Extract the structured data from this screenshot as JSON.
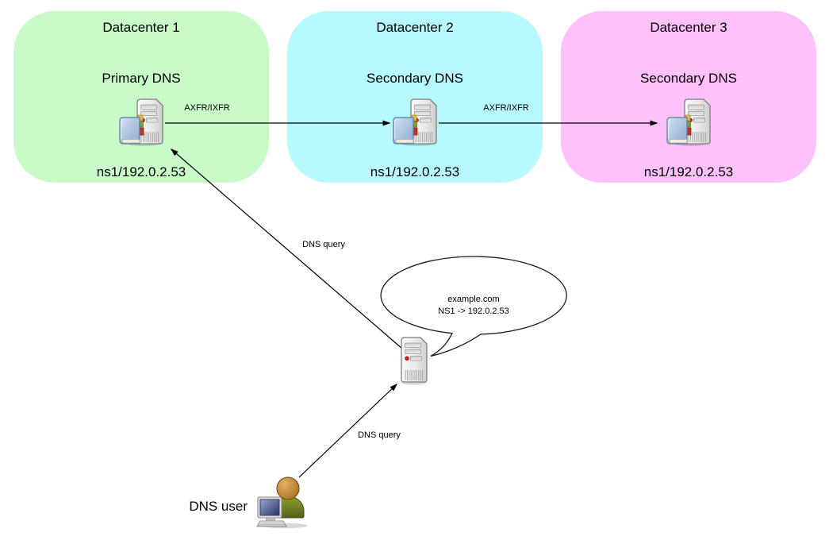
{
  "diagram": {
    "datacenters": [
      {
        "title": "Datacenter 1",
        "role": "Primary DNS",
        "address": "ns1/192.0.2.53",
        "color": "#c8fbc8"
      },
      {
        "title": "Datacenter 2",
        "role": "Secondary DNS",
        "address": "ns1/192.0.2.53",
        "color": "#b7f9fe"
      },
      {
        "title": "Datacenter 3",
        "role": "Secondary DNS",
        "address": "ns1/192.0.2.53",
        "color": "#fec1fa"
      }
    ],
    "axfr_labels": [
      "AXFR/IXFR",
      "AXFR/IXFR"
    ],
    "query_labels": [
      "DNS query",
      "DNS query"
    ],
    "speech_bubble": {
      "line1": "example.com",
      "line2": "NS1 -> 192.0.2.53"
    },
    "user_label": "DNS user",
    "colors": {
      "arrow": "#000000",
      "bubble_outline": "#1c1c1c",
      "background": "#ffffff"
    }
  }
}
